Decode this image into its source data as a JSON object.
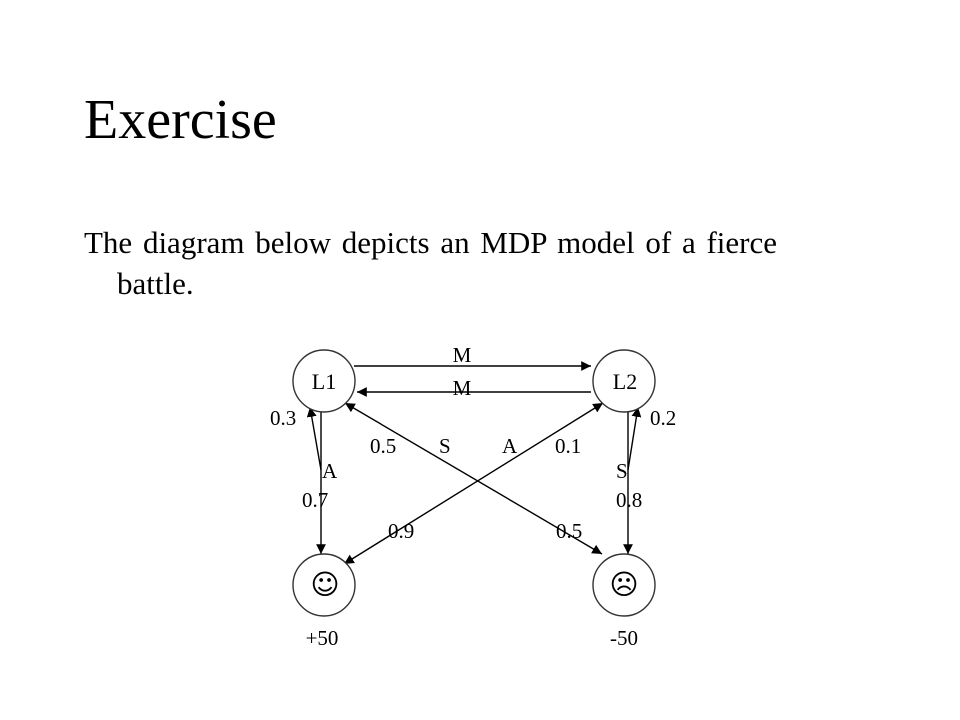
{
  "slide": {
    "title": "Exercise",
    "body": "The diagram below depicts an MDP model of a fierce battle."
  },
  "diagram": {
    "nodes": {
      "l1": "L1",
      "l2": "L2",
      "win": "☺",
      "lose": "☹"
    },
    "rewards": {
      "win": "+50",
      "lose": "-50"
    },
    "labels": {
      "move_top": "M",
      "move_bottom": "M",
      "l1_self_prob": "0.3",
      "l1_attack_action": "A",
      "l1_attack_prob": "0.7",
      "l1_sneak_prob": "0.5",
      "l1_sneak_action": "S",
      "l2_attack_action": "A",
      "l2_attack_prob": "0.1",
      "l2_self_prob": "0.2",
      "l2_sneak_action": "S",
      "l2_sneak_prob": "0.8",
      "cross_to_win_prob": "0.9",
      "cross_to_lose_prob": "0.5"
    }
  }
}
